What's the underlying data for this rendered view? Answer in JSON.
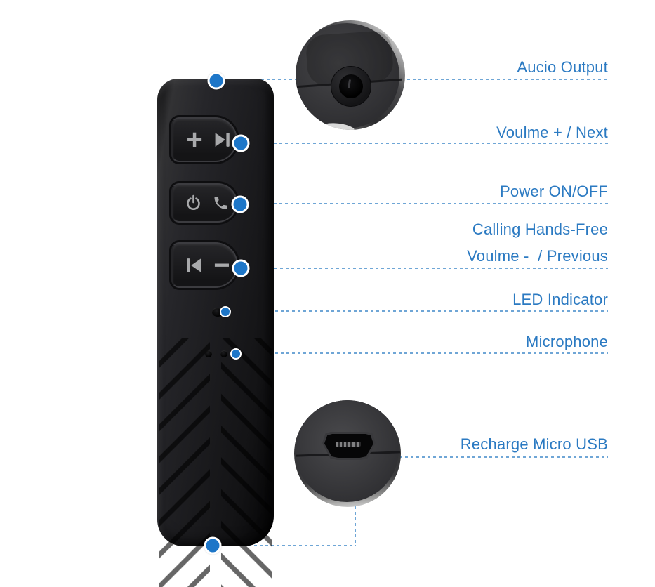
{
  "colors": {
    "label_blue": "#2b7ac2",
    "dash_blue": "#6fa6d6",
    "dot_blue": "#1d76c8",
    "icon_gray": "#a8a9ab",
    "body_black": "#1b1b1d"
  },
  "annotations": [
    {
      "id": "audio-output",
      "text": "Aucio Output"
    },
    {
      "id": "volume-up-next",
      "text": "Voulme + / Next"
    },
    {
      "id": "power-call",
      "line1": "Power ON/OFF",
      "line2": "Calling Hands-Free"
    },
    {
      "id": "volume-down-previous",
      "text": "Voulme -  / Previous"
    },
    {
      "id": "led-indicator",
      "text": "LED Indicator"
    },
    {
      "id": "microphone",
      "text": "Microphone"
    },
    {
      "id": "recharge-micro-usb",
      "text": "Recharge Micro USB"
    }
  ],
  "device": {
    "icons": {
      "plus": "+",
      "minus": "−"
    }
  }
}
